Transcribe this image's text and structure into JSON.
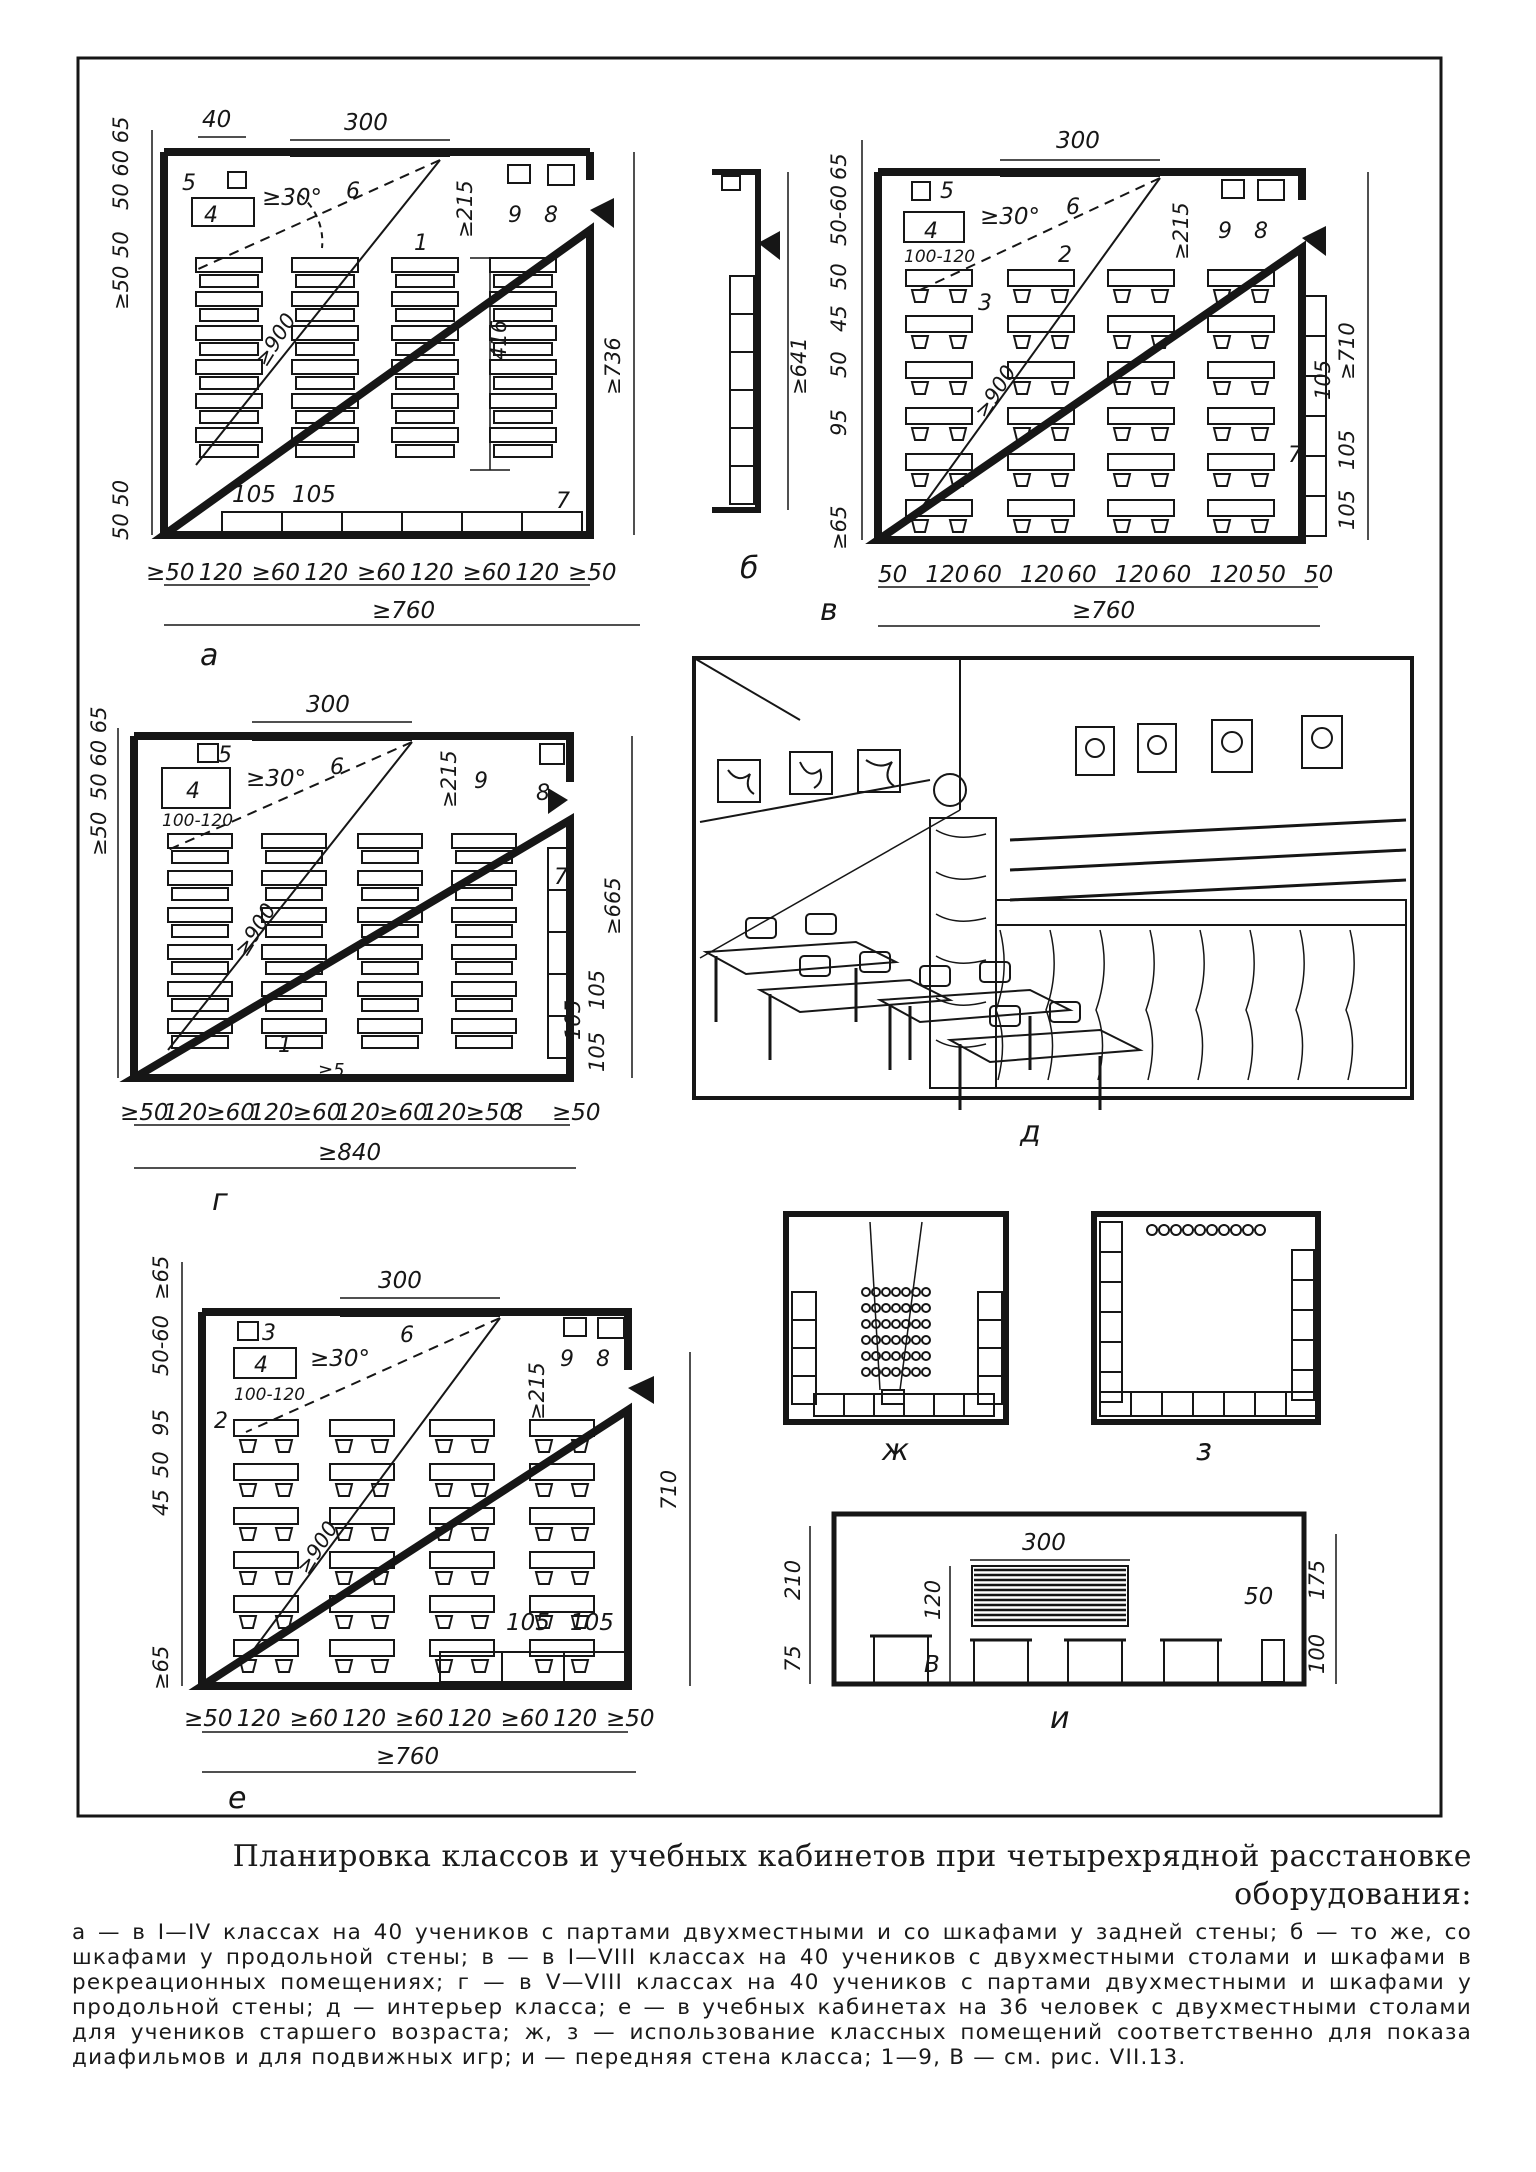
{
  "panels": {
    "a": {
      "letter": "а",
      "top_dims": [
        "40",
        "300"
      ],
      "left_dims": [
        "50 60 65",
        "50",
        "≥50",
        "50 50"
      ],
      "right_dims": [
        "≥736"
      ],
      "inner_dims": [
        "≥215",
        "416",
        "≥900",
        "≥30°",
        "105",
        "105"
      ],
      "numbers": [
        "5",
        "4",
        "6",
        "1",
        "9",
        "8",
        "7"
      ],
      "bottom_dims": [
        "≥50",
        "120",
        "≥60",
        "120",
        "≥60",
        "120",
        "≥60",
        "120",
        "≥50"
      ],
      "total": "≥760"
    },
    "b": {
      "letter": "б",
      "dim": "≥641"
    },
    "v": {
      "letter": "в",
      "top_dims": [
        "300"
      ],
      "left_dims": [
        "65",
        "50-60",
        "50",
        "45",
        "50",
        "95",
        "≥65"
      ],
      "right_dims": [
        "≥710",
        "105",
        "105",
        "105"
      ],
      "inner_dims": [
        "≥215",
        "≥30°",
        "100-120",
        "≥900"
      ],
      "numbers": [
        "5",
        "4",
        "6",
        "2",
        "3",
        "9",
        "8",
        "7"
      ],
      "bottom_dims": [
        "50",
        "120",
        "60",
        "120",
        "60",
        "120",
        "60",
        "120",
        "50",
        "50"
      ],
      "total": "≥760"
    },
    "g": {
      "letter": "г",
      "top_dims": [
        "300"
      ],
      "left_dims": [
        "50 60 65",
        "≥50"
      ],
      "right_dims": [
        "≥665",
        "105",
        "105",
        "105"
      ],
      "inner_dims": [
        "≥215",
        "≥30°",
        "100-120",
        "≥900",
        "≥5"
      ],
      "numbers": [
        "5",
        "4",
        "6",
        "9",
        "8",
        "7",
        "1"
      ],
      "bottom_dims": [
        "≥50",
        "120",
        "≥60",
        "120",
        "≥60",
        "120",
        "≥60",
        "120",
        "≥50",
        "8",
        "≥50"
      ],
      "total": "≥840"
    },
    "d": {
      "letter": "д"
    },
    "e": {
      "letter": "е",
      "top_dims": [
        "300"
      ],
      "left_dims": [
        "≥65",
        "50-60",
        "95",
        "50",
        "45",
        "≥65"
      ],
      "right_dims": [
        "710"
      ],
      "inner_dims": [
        "≥215",
        "≥30°",
        "100-120",
        "≥900",
        "105",
        "105"
      ],
      "numbers": [
        "3",
        "4",
        "6",
        "2",
        "9",
        "8"
      ],
      "bottom_dims": [
        "≥50",
        "120",
        "≥60",
        "120",
        "≥60",
        "120",
        "≥60",
        "120",
        "≥50"
      ],
      "total": "≥760"
    },
    "zh": {
      "letter": "ж"
    },
    "z": {
      "letter": "з"
    },
    "i": {
      "letter": "и",
      "dims": [
        "300",
        "210",
        "75",
        "120",
        "В",
        "50",
        "175",
        "100"
      ]
    }
  },
  "caption": {
    "title": "Планировка классов и учебных кабинетов при четырехрядной расстановке оборудования:",
    "body": [
      "а — в I—IV классах на 40 учеников с партами двухместными и со шкафами у задней стены;",
      "б — то же, со шкафами у продольной стены;",
      "в — в I—VIII классах на 40 учеников с двухместными столами и шкафами в рекреационных помещениях;",
      "г — в V—VIII классах на 40 учеников с партами двухместными и шкафами у продольной стены;",
      "д — интерьер класса;",
      "е — в учебных кабинетах на 36 человек с двухместными столами для учеников старшего возраста;",
      "ж, з — использование классных помещений соответственно для показа диафильмов и для подвижных игр;",
      "и — передняя стена класса; 1—9, В — см. рис. VII.13."
    ]
  }
}
